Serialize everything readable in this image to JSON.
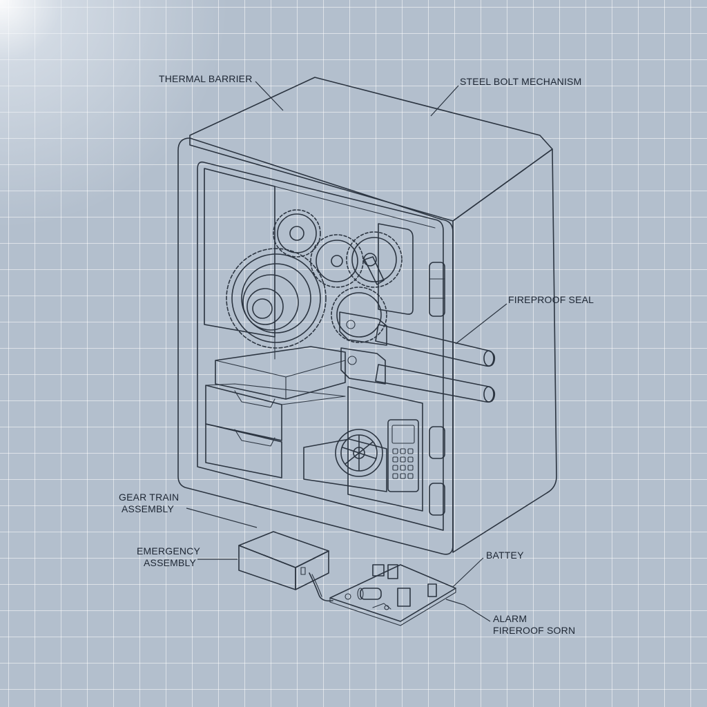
{
  "labels": {
    "thermal_barrier": "THERMAL BARRIER",
    "steel_bolt": "STEEL BOLT MECHANISM",
    "fireproof_seal": "FIREPROOF SEAL",
    "gear_train_line1": "GEAR TRAIN",
    "gear_train_line2": "ASSEMBLY",
    "emergency_line1": "EMERGENCY",
    "emergency_line2": "ASSEMBLY",
    "battery": "BATTEY",
    "alarm_line1": "ALARM",
    "alarm_line2": "FIREROOF SORN"
  },
  "colors": {
    "background": "#b3bfcd",
    "grid": "#ffffff",
    "line": "#2b3440",
    "safe_body": "#a9b6c6"
  }
}
